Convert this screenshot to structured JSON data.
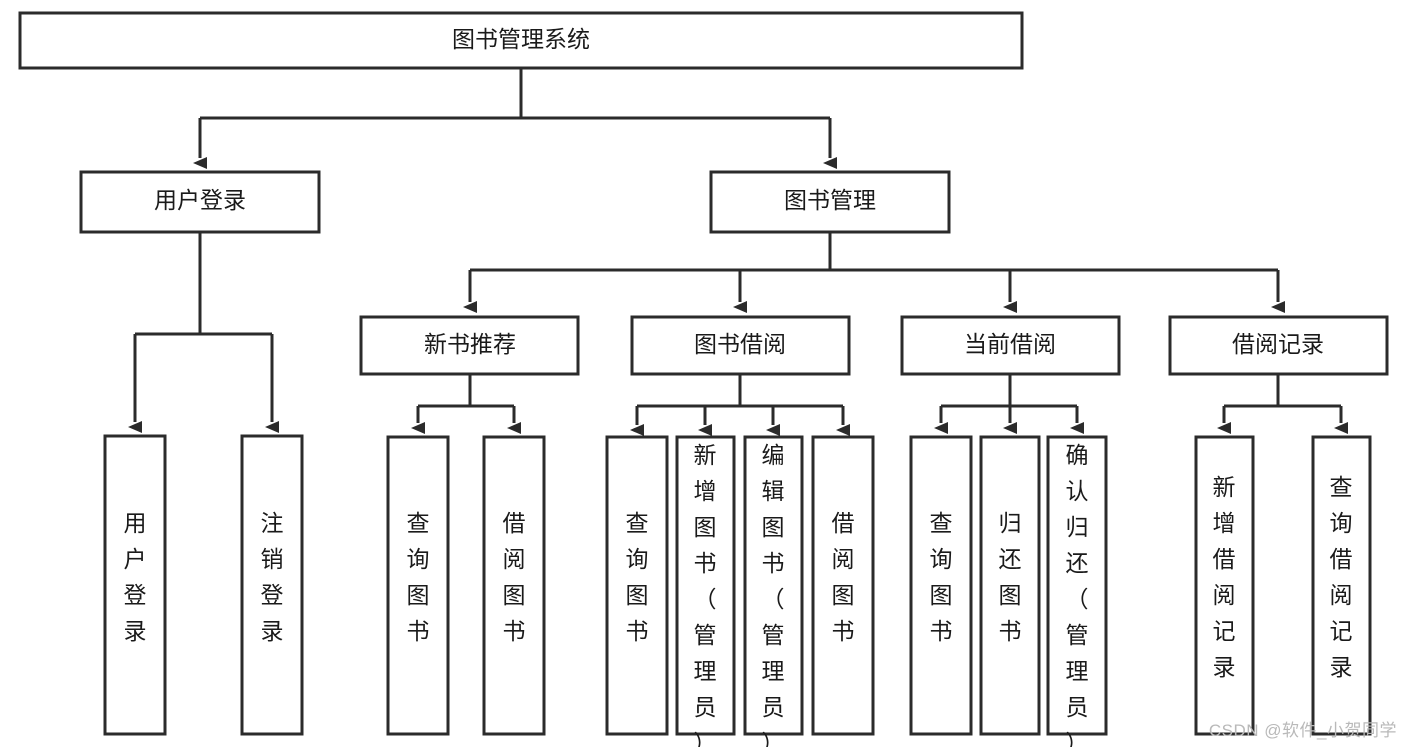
{
  "diagram": {
    "title": "图书管理系统",
    "type": "tree-hierarchy",
    "watermark": "CSDN @软件_小贺同学",
    "colors": {
      "stroke": "#2b2b2b",
      "fill": "#ffffff",
      "text": "#1a1a1a",
      "watermark": "#b9b9b9",
      "background": "#ffffff"
    },
    "levels": {
      "root": {
        "label": "图书管理系统"
      },
      "level2": [
        {
          "label": "用户登录"
        },
        {
          "label": "图书管理"
        }
      ],
      "level3": [
        {
          "label": "新书推荐"
        },
        {
          "label": "图书借阅"
        },
        {
          "label": "当前借阅"
        },
        {
          "label": "借阅记录"
        }
      ],
      "leaves_user_login": [
        {
          "label": "用户登录"
        },
        {
          "label": "注销登录"
        }
      ],
      "leaves_new_book": [
        {
          "label": "查询图书"
        },
        {
          "label": "借阅图书"
        }
      ],
      "leaves_book_borrow": [
        {
          "label": "查询图书"
        },
        {
          "label": "新增图书（管理员）"
        },
        {
          "label": "编辑图书（管理员）"
        },
        {
          "label": "借阅图书"
        }
      ],
      "leaves_current_borrow": [
        {
          "label": "查询图书"
        },
        {
          "label": "归还图书"
        },
        {
          "label": "确认归还（管理员）"
        }
      ],
      "leaves_borrow_record": [
        {
          "label": "新增借阅记录"
        },
        {
          "label": "查询借阅记录"
        }
      ]
    }
  }
}
